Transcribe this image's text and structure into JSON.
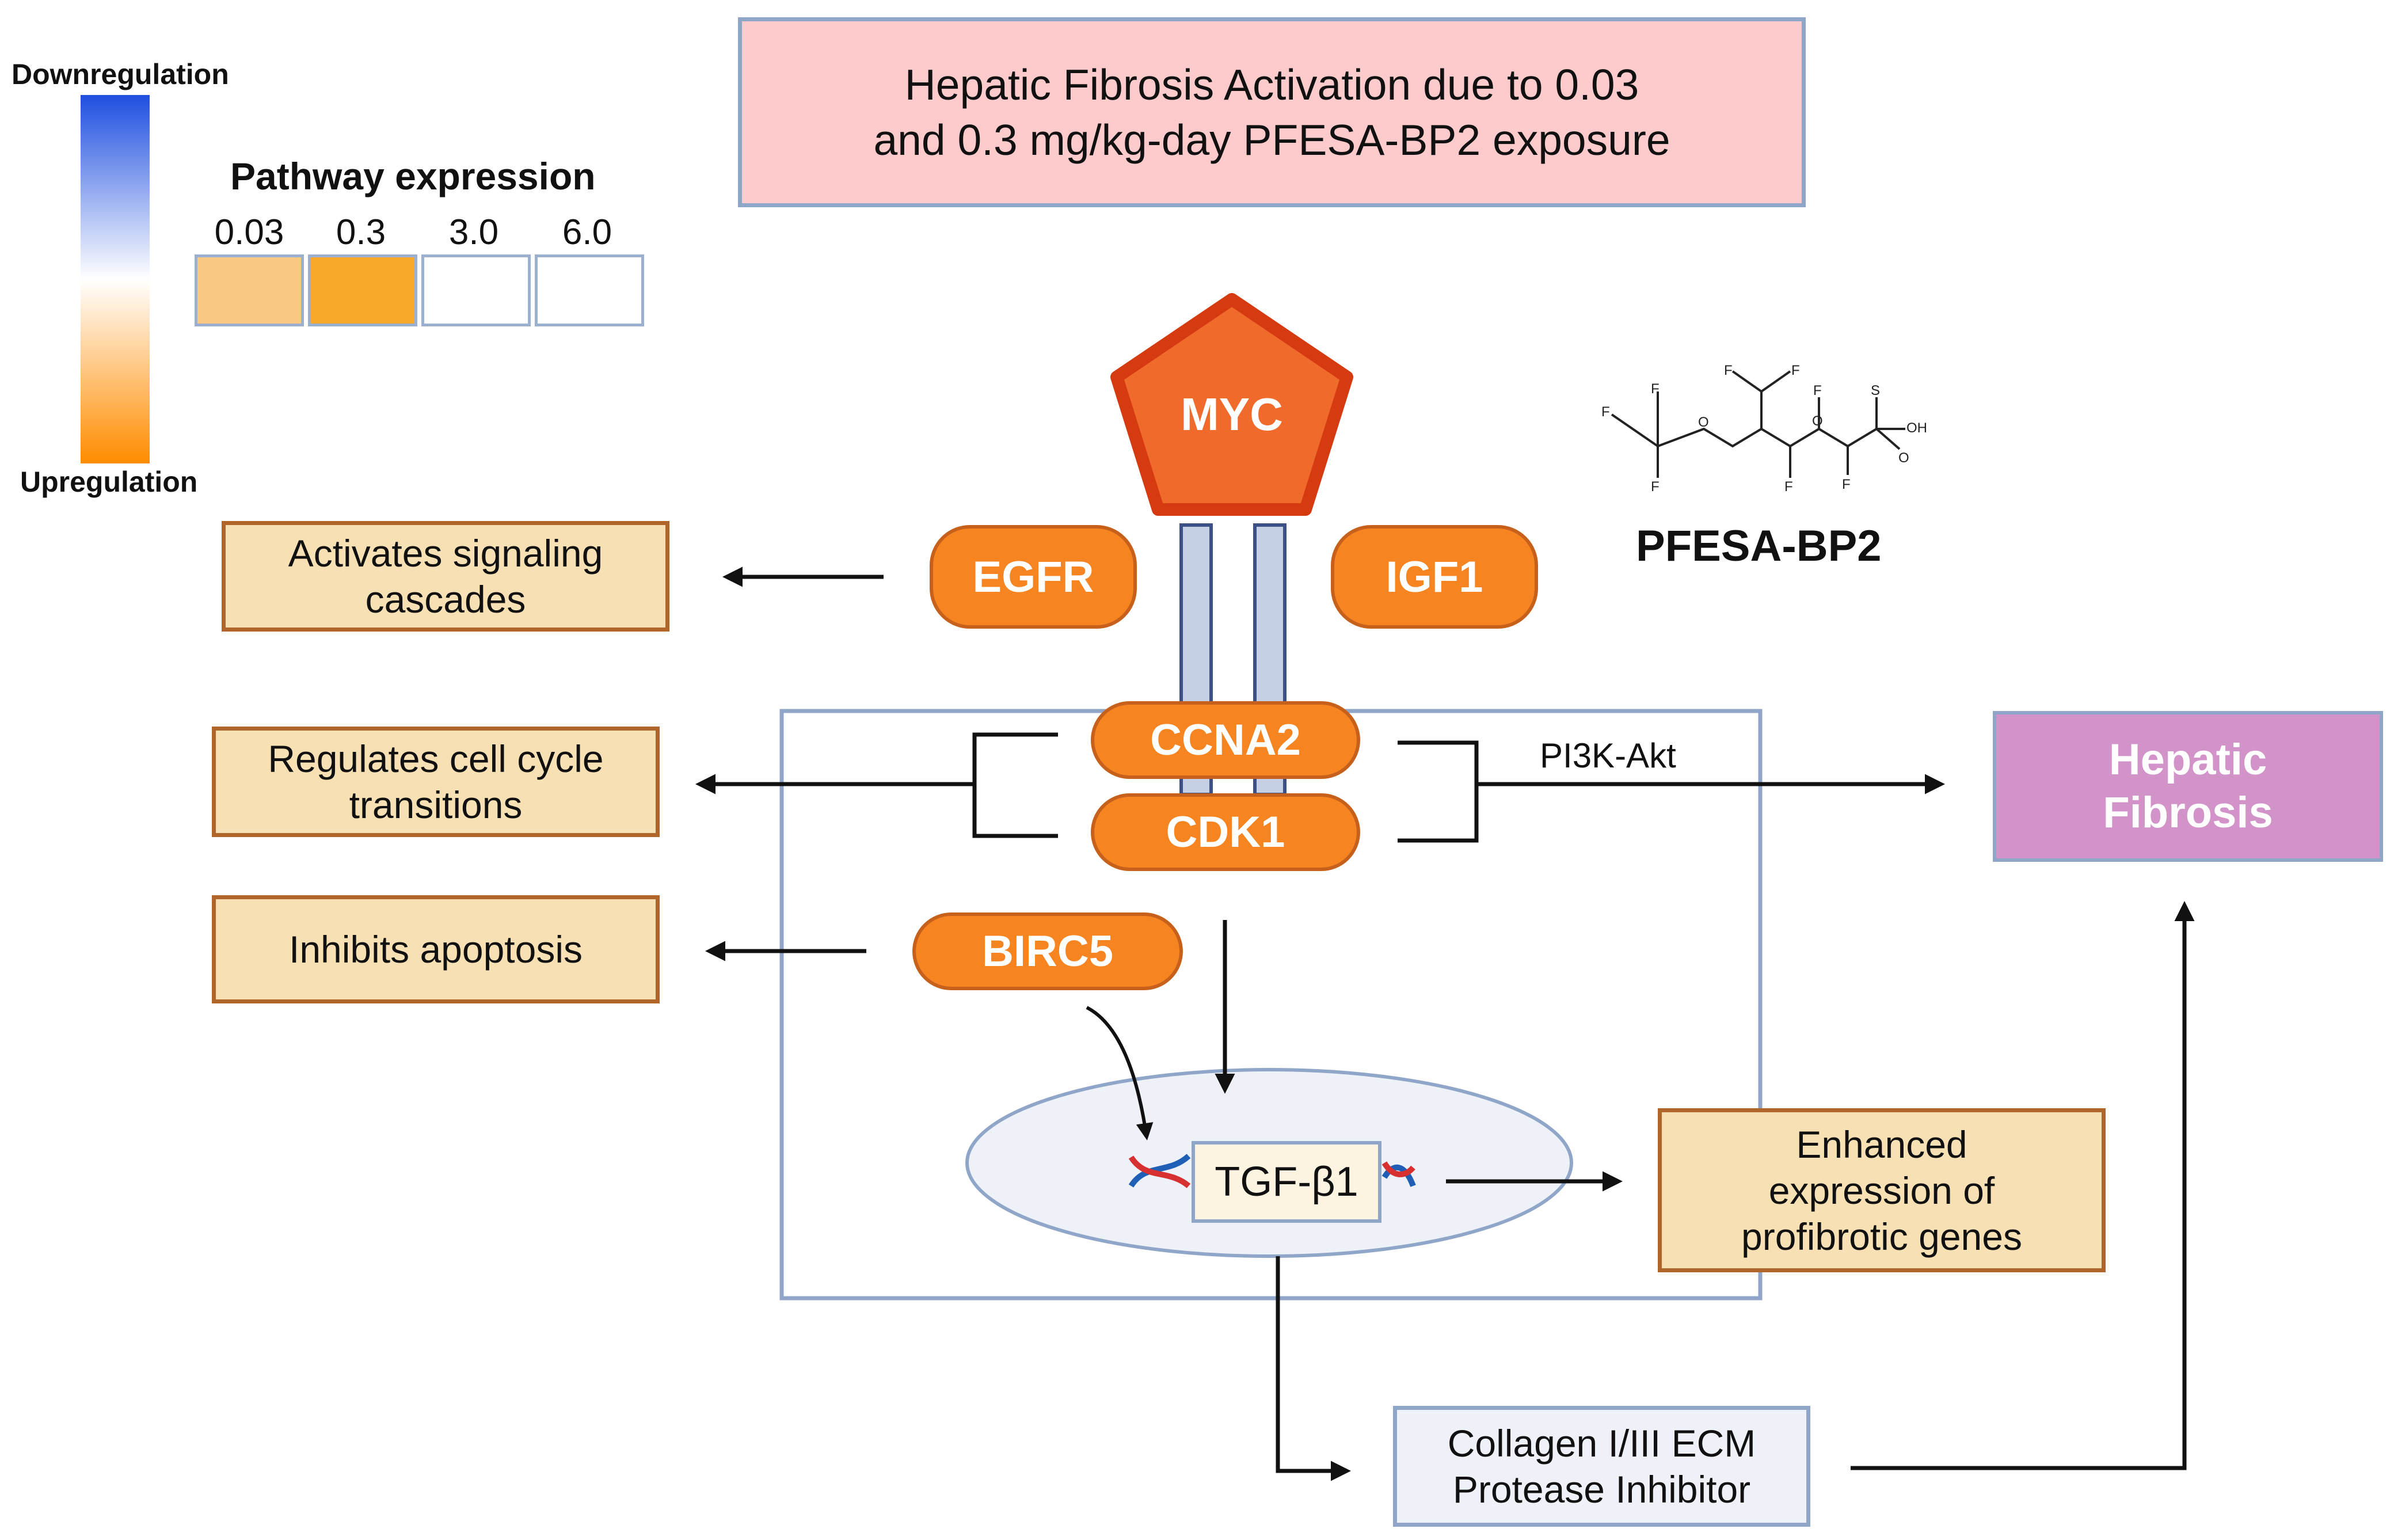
{
  "title": {
    "line1": "Hepatic Fibrosis Activation due to 0.03",
    "line2": "and 0.3 mg/kg-day PFESA-BP2 exposure"
  },
  "legend": {
    "scale_top_label": "Downregulation",
    "scale_bottom_label": "Upregulation",
    "heading": "Pathway expression",
    "doses": [
      "0.03",
      "0.3",
      "3.0",
      "6.0"
    ],
    "cell_colors": [
      "#f9c885",
      "#f9a929",
      "#ffffff",
      "#ffffff"
    ],
    "gradient_colors": [
      "#1f4fe0",
      "#ffffff",
      "#ff8c00"
    ]
  },
  "nodes": {
    "myc": "MYC",
    "egfr": "EGFR",
    "igf1": "IGF1",
    "ccna2": "CCNA2",
    "cdk1": "CDK1",
    "birc5": "BIRC5",
    "tgfb1": "TGF-β1"
  },
  "compound": {
    "name": "PFESA-BP2",
    "atoms": {
      "fluorine": "F",
      "oxygen": "O",
      "sulfur": "S",
      "hydroxyl": "OH"
    }
  },
  "effects": {
    "signaling": {
      "line1": "Activates signaling",
      "line2": "cascades"
    },
    "cell_cycle": {
      "line1": "Regulates cell cycle",
      "line2": "transitions"
    },
    "apoptosis": {
      "line1": "Inhibits apoptosis"
    },
    "profibrotic": {
      "line1": "Enhanced",
      "line2": "expression of",
      "line3": "profibrotic genes"
    },
    "collagen": {
      "line1": "Collagen I/III ECM",
      "line2": "Protease Inhibitor"
    }
  },
  "pathway_label": "PI3K-Akt",
  "outcome": {
    "line1": "Hepatic",
    "line2": "Fibrosis"
  },
  "colors": {
    "node_orange": "#f58421",
    "myc_orange": "#f06a2c",
    "effect_fill": "#f7e0b3",
    "effect_border": "#b0652a",
    "title_fill": "#fdcbcb",
    "outcome_fill": "#d294c8",
    "cell_border": "#8fa6c9",
    "nucleus_fill": "#eef2f8"
  }
}
